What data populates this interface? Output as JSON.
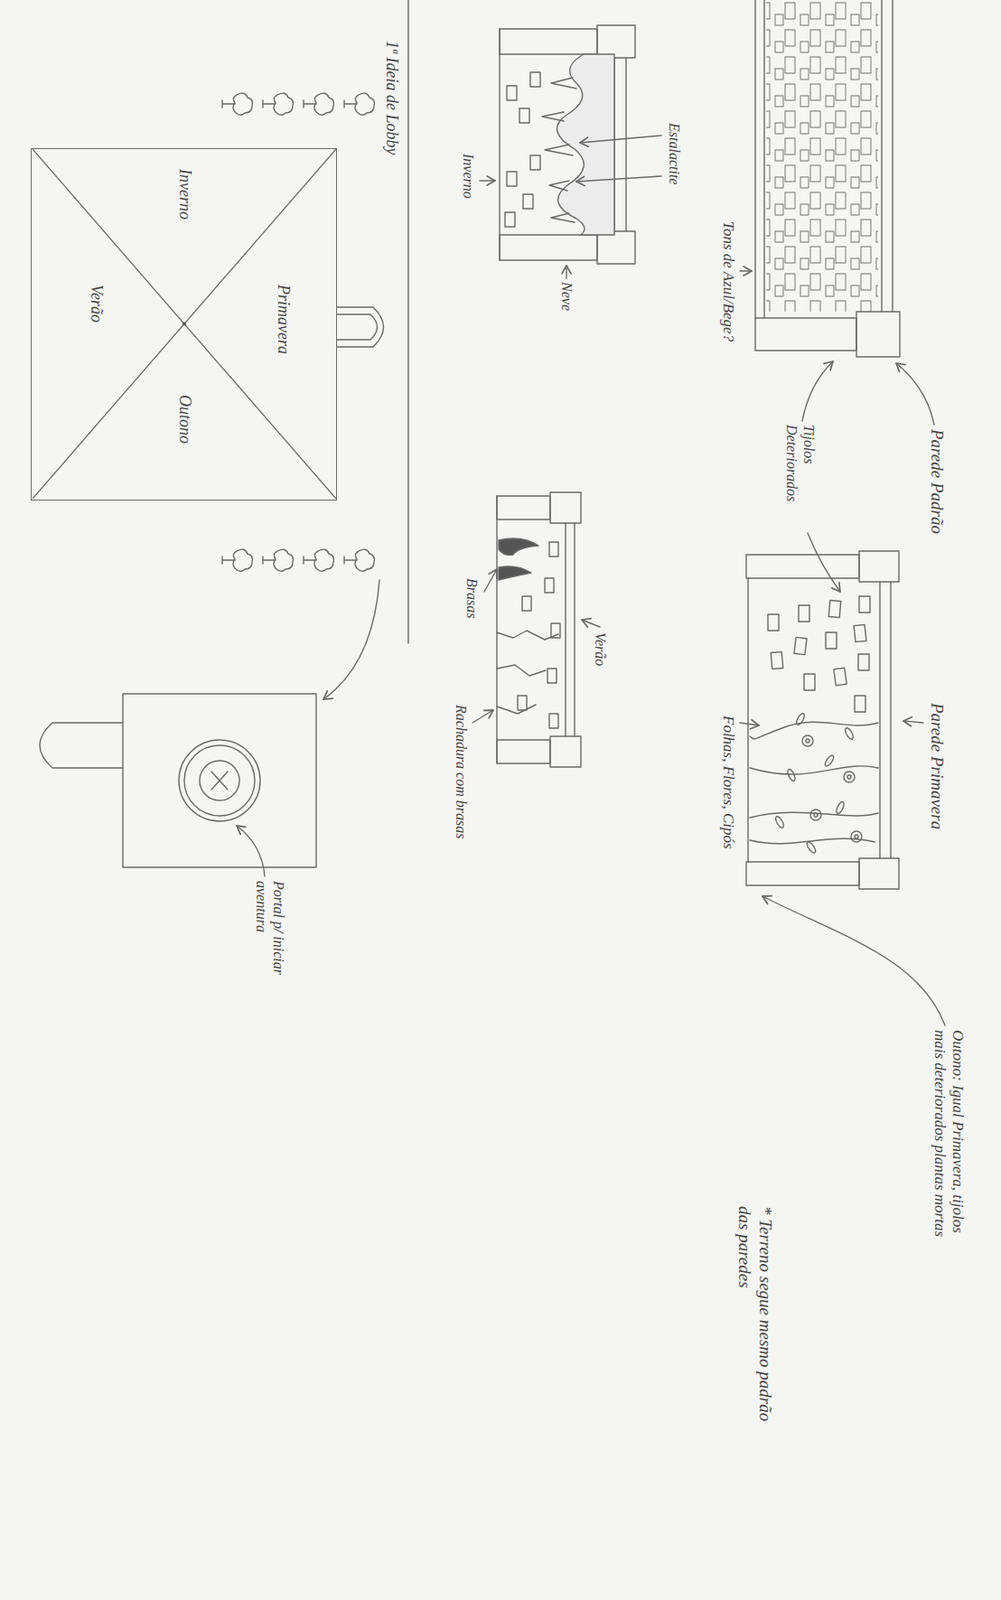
{
  "diagram": {
    "nodes": [
      {
        "text": [
          "Primavera",
          "Inverno",
          "Outono",
          "Verão"
        ]
      }
    ],
    "labels": [
      "Parede Padrão",
      "Tijolos Deteriorados",
      "Tons de Azul/Bege?",
      "Parede Primavera",
      "Folhas, Flores, Cipós",
      "Outono: Igual Primavera, tijolos mais deteriorados plantas mortas",
      "* Terreno segue mesmo padrão das paredes",
      "Estalactite",
      "Neve",
      "Inverno",
      "Verão",
      "Brasas",
      "Rachadura com brasas",
      "1ª Ideia de Lobby",
      "Portal p/ iniciar aventura"
    ]
  }
}
